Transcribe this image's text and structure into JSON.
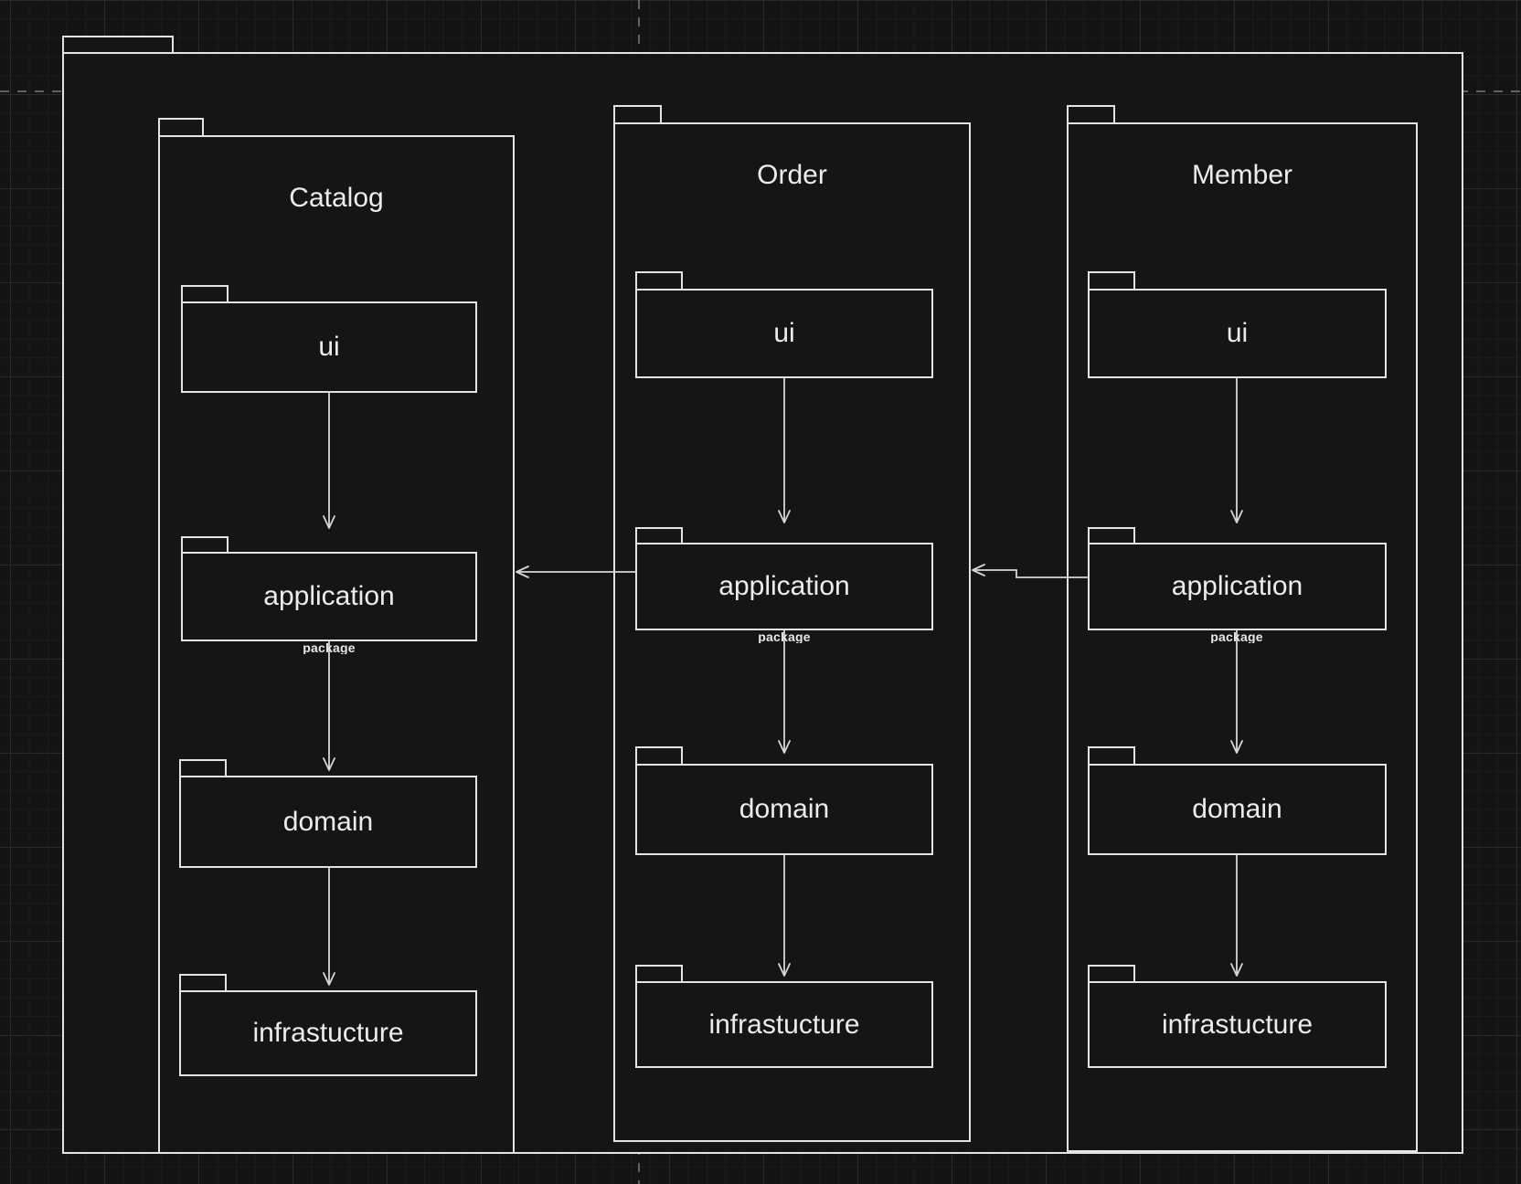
{
  "diagram": {
    "stereotype_label": "package",
    "outer_package": {
      "label": ""
    },
    "packages": [
      {
        "title": "Catalog",
        "layers": [
          "ui",
          "application",
          "domain",
          "infrastucture"
        ]
      },
      {
        "title": "Order",
        "layers": [
          "ui",
          "application",
          "domain",
          "infrastucture"
        ]
      },
      {
        "title": "Member",
        "layers": [
          "ui",
          "application",
          "domain",
          "infrastucture"
        ]
      }
    ],
    "arrows": [
      {
        "from": "Catalog.ui",
        "to": "Catalog.application"
      },
      {
        "from": "Catalog.application",
        "to": "Catalog.domain"
      },
      {
        "from": "Catalog.domain",
        "to": "Catalog.infrastucture"
      },
      {
        "from": "Order.ui",
        "to": "Order.application"
      },
      {
        "from": "Order.application",
        "to": "Order.domain"
      },
      {
        "from": "Order.domain",
        "to": "Order.infrastucture"
      },
      {
        "from": "Member.ui",
        "to": "Member.application"
      },
      {
        "from": "Member.application",
        "to": "Member.domain"
      },
      {
        "from": "Member.domain",
        "to": "Member.infrastucture"
      },
      {
        "from": "Order.application",
        "to": "Catalog"
      },
      {
        "from": "Member.application",
        "to": "Order"
      }
    ],
    "colors": {
      "background": "#141414",
      "shape_fill": "#151515",
      "stroke": "#e4e4e4",
      "text": "#ececec",
      "guide": "#616161"
    }
  }
}
